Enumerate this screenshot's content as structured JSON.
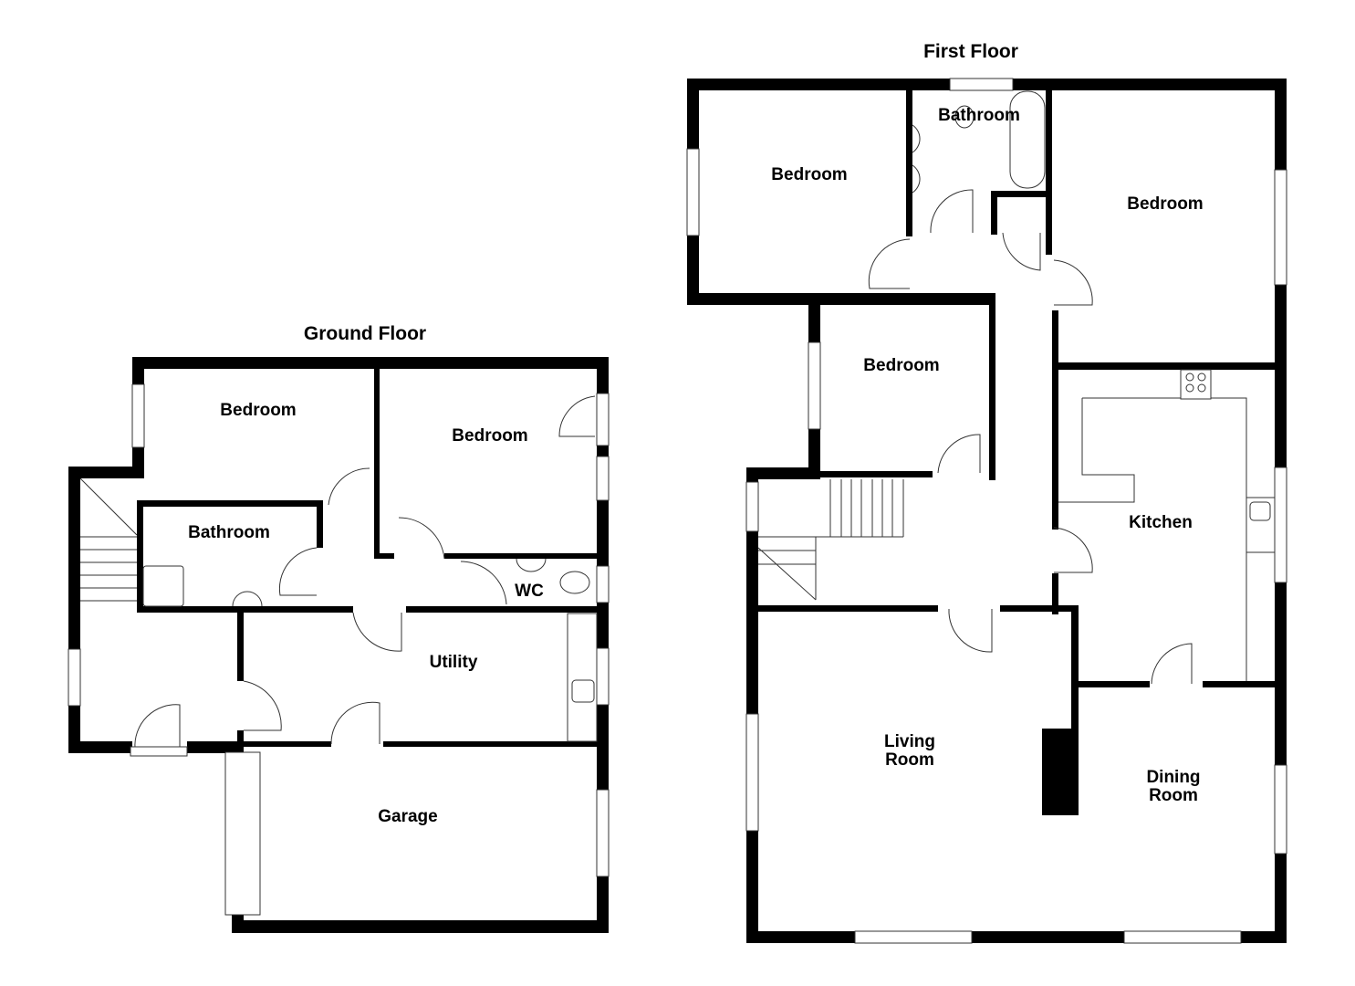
{
  "floors": {
    "ground": {
      "title": "Ground Floor",
      "rooms": {
        "bedroom_1": "Bedroom",
        "bedroom_2": "Bedroom",
        "bathroom": "Bathroom",
        "wc": "WC",
        "utility": "Utility",
        "garage": "Garage"
      }
    },
    "first": {
      "title": "First Floor",
      "rooms": {
        "bedroom_1": "Bedroom",
        "bathroom": "Bathroom",
        "bedroom_2": "Bedroom",
        "bedroom_3": "Bedroom",
        "kitchen": "Kitchen",
        "living_line1": "Living",
        "living_line2": "Room",
        "dining_line1": "Dining",
        "dining_line2": "Room"
      }
    }
  },
  "colors": {
    "wall": "#000000",
    "background": "#ffffff",
    "fixture": "#333333"
  }
}
